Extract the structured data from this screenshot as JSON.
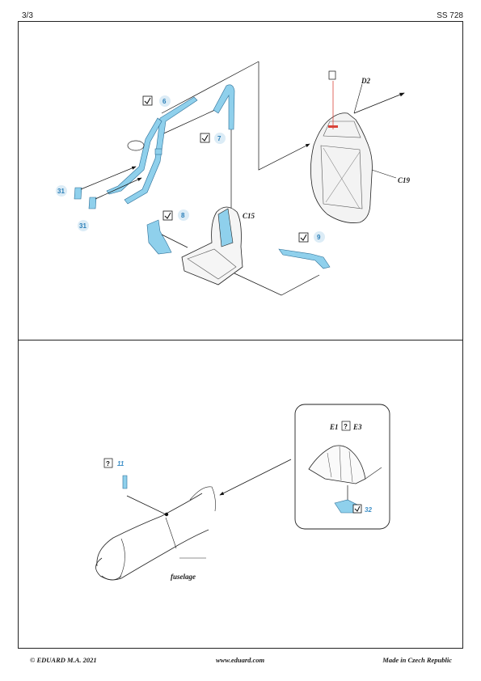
{
  "header": {
    "page": "3/3",
    "code": "SS 728"
  },
  "footer": {
    "copyright": "© EDUARD  M.A. 2021",
    "web": "www.eduard.com",
    "origin": "Made in Czech Republic"
  },
  "labels": {
    "D2": "D2",
    "C19": "C19",
    "C15": "C15",
    "E1": "E1",
    "E3": "E3",
    "fuselage": "fuselage",
    "n6": "6",
    "n7": "7",
    "n8": "8",
    "n9": "9",
    "n31a": "31",
    "n31b": "31",
    "n11": "11",
    "n32": "32"
  },
  "symbols": {
    "bend": "bend-fold-icon",
    "unknown": "?",
    "part_color": "#8fd0ec",
    "accent": "#d9443a"
  }
}
